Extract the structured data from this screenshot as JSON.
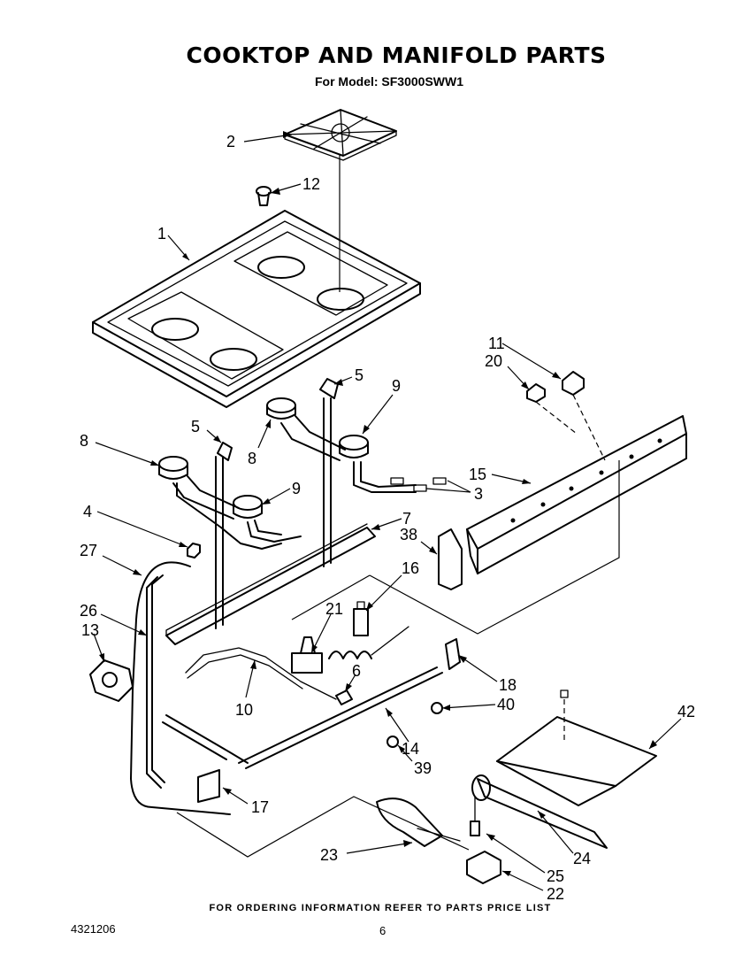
{
  "title": "COOKTOP AND MANIFOLD PARTS",
  "subtitle": "For Model: SF3000SWW1",
  "footer_note": "FOR ORDERING INFORMATION REFER TO PARTS PRICE LIST",
  "document_number": "4321206",
  "page_number": "6",
  "callouts": {
    "c1": "1",
    "c2": "2",
    "c3": "3",
    "c4": "4",
    "c5a": "5",
    "c5b": "5",
    "c6": "6",
    "c7": "7",
    "c8a": "8",
    "c8b": "8",
    "c9a": "9",
    "c9b": "9",
    "c10": "10",
    "c11": "11",
    "c12": "12",
    "c13": "13",
    "c14": "14",
    "c15": "15",
    "c16": "16",
    "c17": "17",
    "c18": "18",
    "c20": "20",
    "c21": "21",
    "c22": "22",
    "c23": "23",
    "c24": "24",
    "c25": "25",
    "c26": "26",
    "c27": "27",
    "c38": "38",
    "c39": "39",
    "c40": "40",
    "c42": "42"
  }
}
